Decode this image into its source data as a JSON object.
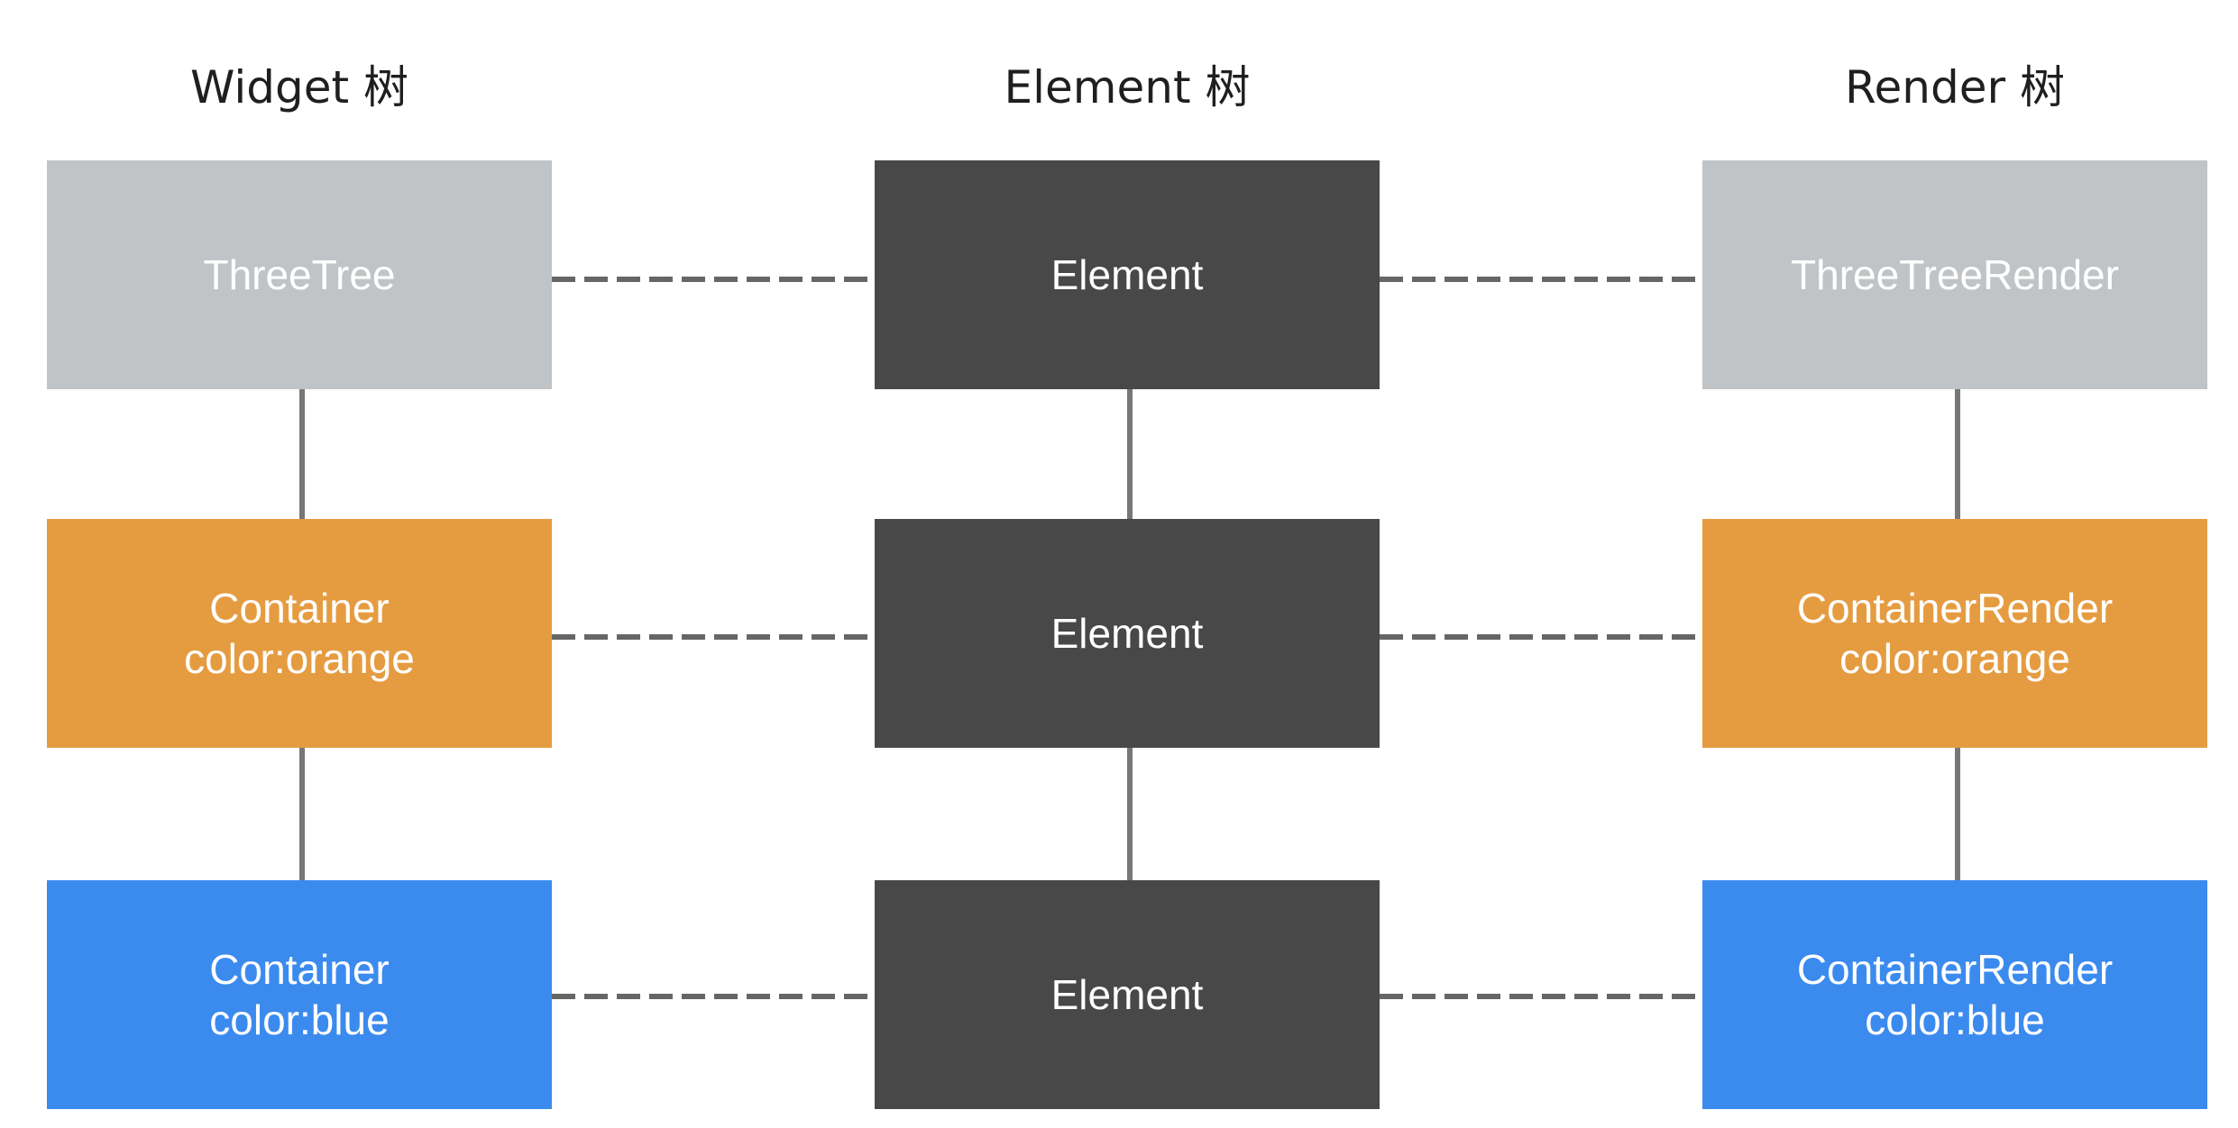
{
  "columns": [
    {
      "title": "Widget 树"
    },
    {
      "title": "Element 树"
    },
    {
      "title": "Render 树"
    }
  ],
  "rows": [
    {
      "widget": {
        "lines": [
          "ThreeTree"
        ],
        "color": "#c1c4c6"
      },
      "element": {
        "lines": [
          "Element"
        ],
        "color": "#484848"
      },
      "render": {
        "lines": [
          "ThreeTreeRender"
        ],
        "color": "#c1c4c6"
      }
    },
    {
      "widget": {
        "lines": [
          "Container",
          "color:orange"
        ],
        "color": "#e59c41"
      },
      "element": {
        "lines": [
          "Element"
        ],
        "color": "#484848"
      },
      "render": {
        "lines": [
          "ContainerRender",
          "color:orange"
        ],
        "color": "#e59c41"
      }
    },
    {
      "widget": {
        "lines": [
          "Container",
          "color:blue"
        ],
        "color": "#3b8bef"
      },
      "element": {
        "lines": [
          "Element"
        ],
        "color": "#484848"
      },
      "render": {
        "lines": [
          "ContainerRender",
          "color:blue"
        ],
        "color": "#3b8bef"
      }
    }
  ],
  "colors": {
    "tree_line": "#777777",
    "dashed_link": "#666666"
  }
}
